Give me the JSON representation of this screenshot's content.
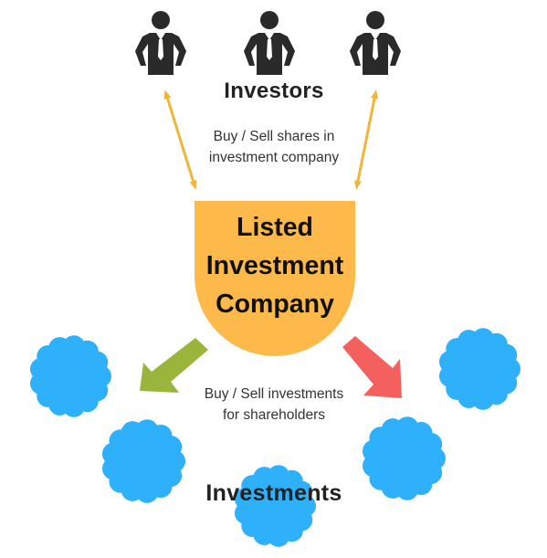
{
  "investors": {
    "title": "Investors",
    "count": 3
  },
  "trade_with_investors": {
    "caption_line1": "Buy / Sell shares in",
    "caption_line2": "investment company"
  },
  "company": {
    "title_line1": "Listed",
    "title_line2": "Investment",
    "title_line3": "Company"
  },
  "trade_with_investments": {
    "caption_line1": "Buy / Sell investments",
    "caption_line2": "for shareholders"
  },
  "investments": {
    "title": "Investments",
    "count": 5
  },
  "colors": {
    "company_fill": "#fdb94a",
    "investment_fill": "#2eb0fb",
    "investor_arrow": "#f0b63a",
    "green_arrow": "#9bb43c",
    "red_arrow": "#f4605d",
    "person_icon": "#2a2a2a"
  },
  "icons": [
    "businessman-icon",
    "arrow-icon",
    "blob-icon"
  ]
}
